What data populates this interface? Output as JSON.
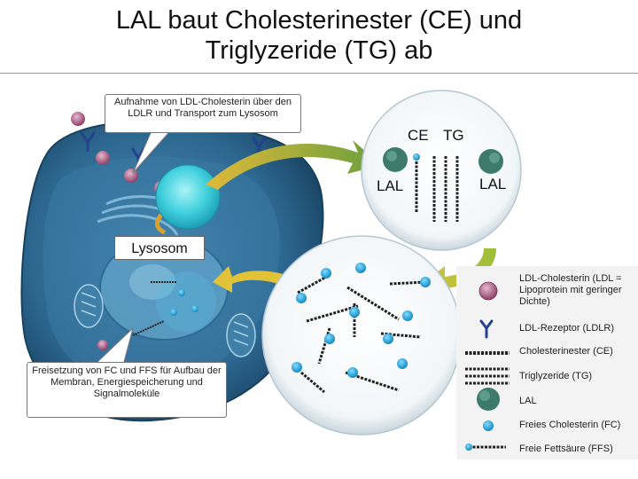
{
  "title": {
    "line1": "LAL baut Cholesterinester (CE) und",
    "line2": "Triglyzeride (TG) ab"
  },
  "callouts": {
    "top": "Aufnahme von LDL-Cholesterin über den LDLR und Transport zum Lysosom",
    "bottom": "Freisetzung von FC und FFS für Aufbau der Membran, Energiespeicherung und Signalmoleküle"
  },
  "lysosom_label": "Lysosom",
  "inset": {
    "ce": "CE",
    "tg": "TG",
    "lal_left": "LAL",
    "lal_right": "LAL"
  },
  "legend": {
    "ldl": "LDL-Cholesterin (LDL = Lipoprotein mit geringer Dichte)",
    "ldlr": "LDL-Rezeptor (LDLR)",
    "ce": "Cholesterinester (CE)",
    "tg": "Triglyzeride (TG)",
    "lal": "LAL",
    "fc": "Freies Cholesterin (FC)",
    "ffs": "Freie Fettsäure (FFS)"
  },
  "colors": {
    "cell": "#2f6d95",
    "cell_dark": "#1d4a6a",
    "lysosome": "#49d3e0",
    "ldl_particle": "#a65a80",
    "arrow_gold": "#d1a52c",
    "arrow_green": "#7aa63a",
    "free_cholesterol": "#1aa8d8",
    "lal_enzyme": "#3e7a6c"
  }
}
